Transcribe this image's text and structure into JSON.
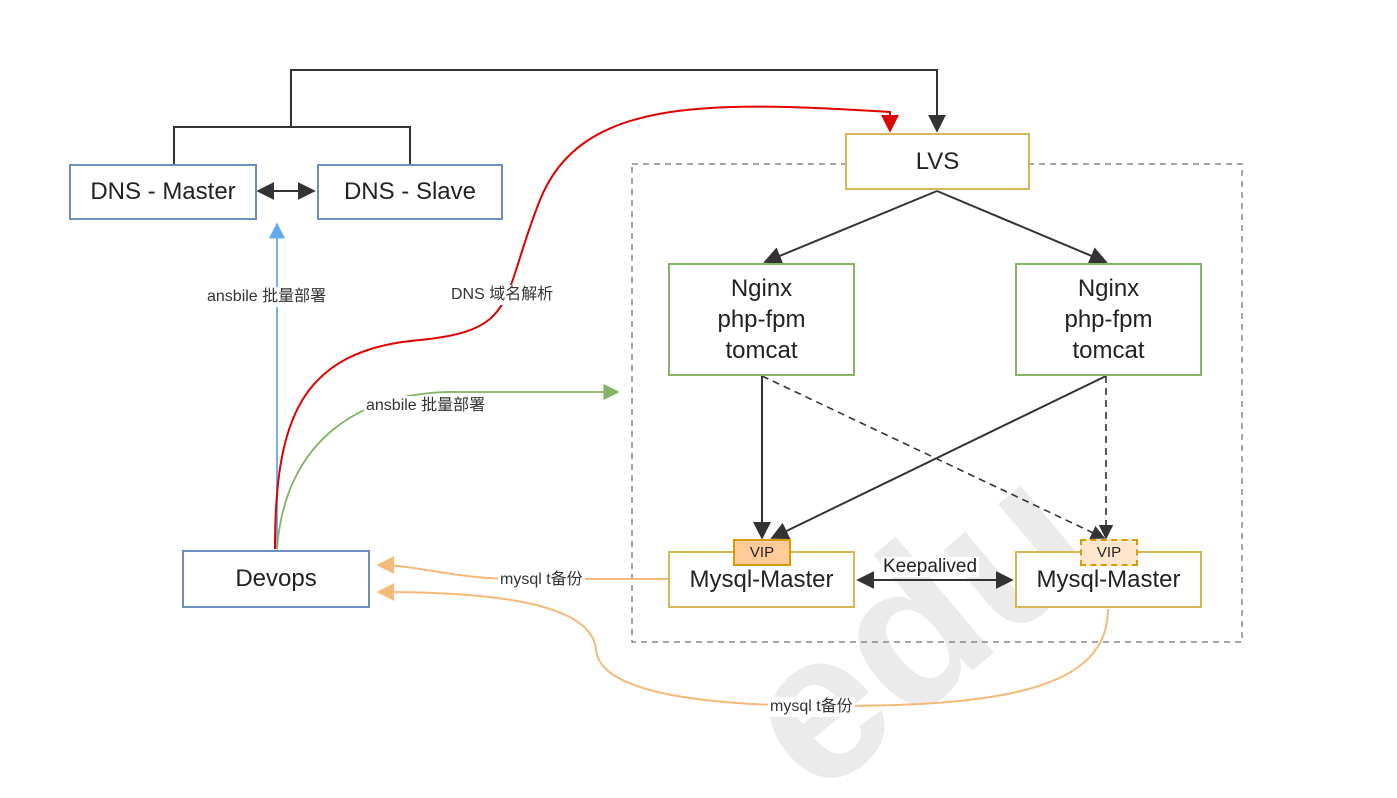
{
  "nodes": {
    "dns_master": "DNS - Master",
    "dns_slave": "DNS - Slave",
    "lvs": "LVS",
    "web_left": "Nginx\nphp-fpm\ntomcat",
    "web_right": "Nginx\nphp-fpm\ntomcat",
    "mysql_left": "Mysql-Master",
    "mysql_right": "Mysql-Master",
    "devops": "Devops",
    "vip_left": "VIP",
    "vip_right": "VIP"
  },
  "edge_labels": {
    "ansible_dns": "ansbile 批量部署",
    "dns_resolve": "DNS 域名解析",
    "ansible_cluster": "ansbile 批量部署",
    "keepalived": "Keepalived",
    "backup_left": "mysql t备份",
    "backup_right": "mysql t备份"
  },
  "colors": {
    "blue_border": "#6c8ebf",
    "green_border": "#82b366",
    "gold_border": "#d6b656",
    "red_edge": "#e00000",
    "green_edge": "#82b366",
    "blue_edge": "#66aaee",
    "orange_edge": "#f5b97a"
  }
}
